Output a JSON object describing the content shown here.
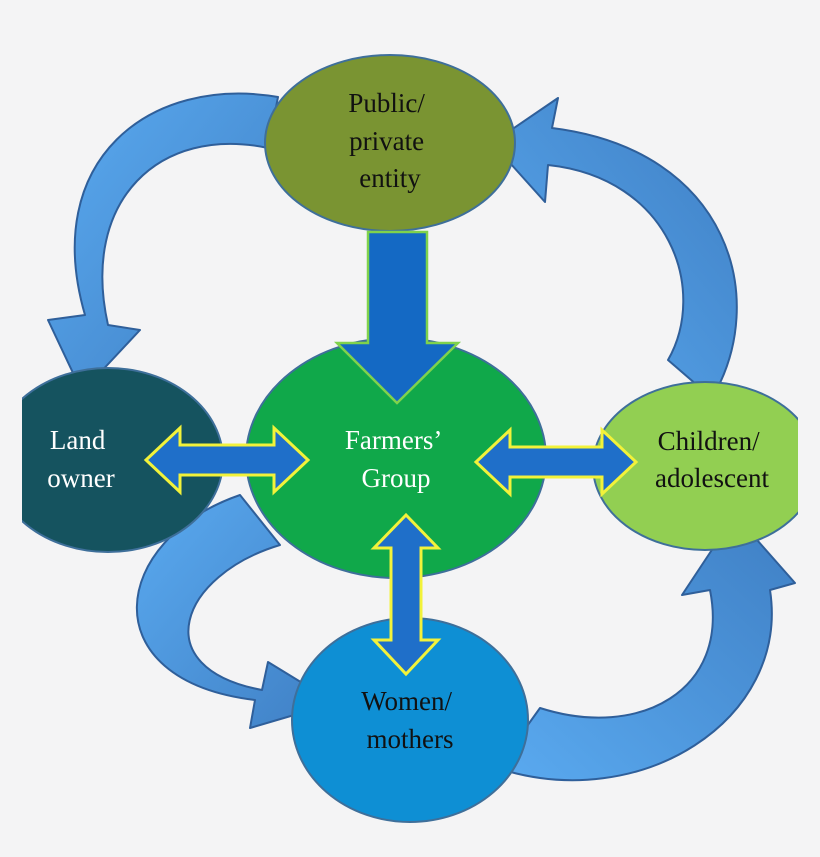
{
  "diagram": {
    "nodes": {
      "public": {
        "lines": [
          "Public/",
          "private",
          "entity"
        ],
        "color": "#7a9432"
      },
      "farmers": {
        "lines": [
          "Farmers’",
          "Group"
        ],
        "color": "#10a84a"
      },
      "land": {
        "lines": [
          "Land",
          "owner"
        ],
        "color": "#15535f"
      },
      "children": {
        "lines": [
          "Children/",
          "adolescent"
        ],
        "color": "#92cf52"
      },
      "women": {
        "lines": [
          "Women/",
          "mothers"
        ],
        "color": "#0e8fd4"
      }
    },
    "edges": [
      {
        "from": "public",
        "to": "farmers",
        "style": "single"
      },
      {
        "from": "land",
        "to": "farmers",
        "style": "double"
      },
      {
        "from": "children",
        "to": "farmers",
        "style": "double"
      },
      {
        "from": "women",
        "to": "farmers",
        "style": "double"
      },
      {
        "from": "public",
        "to": "land",
        "style": "curved"
      },
      {
        "from": "land",
        "to": "women",
        "style": "curved"
      },
      {
        "from": "women",
        "to": "children",
        "style": "curved"
      },
      {
        "from": "children",
        "to": "public",
        "style": "curved"
      }
    ],
    "colors": {
      "curved_arrow_light": "#5aaaf0",
      "curved_arrow_dark": "#3f7fc4",
      "block_arrow_fill": "#1f6fc9",
      "block_arrow_outline": "#f2f23a",
      "down_arrow_outline": "#7fd24c",
      "background": "#f4f4f5"
    }
  }
}
